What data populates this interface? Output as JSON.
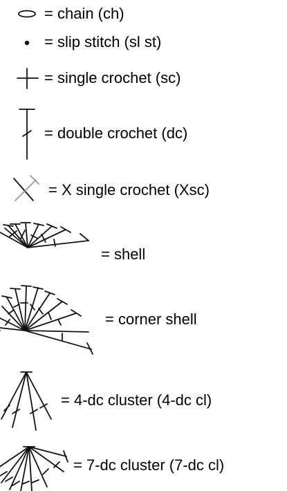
{
  "legend": {
    "entries": [
      {
        "icon": "chain-symbol-icon",
        "text": "= chain (ch)"
      },
      {
        "icon": "slip-stitch-symbol-icon",
        "text": "= slip stitch (sl st)"
      },
      {
        "icon": "single-crochet-symbol-icon",
        "text": "= single crochet (sc)"
      },
      {
        "icon": "double-crochet-symbol-icon",
        "text": "= double crochet (dc)"
      },
      {
        "icon": "x-single-crochet-symbol-icon",
        "text": "= X single crochet (Xsc)"
      },
      {
        "icon": "shell-symbol-icon",
        "text": "= shell"
      },
      {
        "icon": "corner-shell-symbol-icon",
        "text": "= corner shell"
      },
      {
        "icon": "4dc-cluster-symbol-icon",
        "text": "= 4-dc cluster (4-dc cl)"
      },
      {
        "icon": "7dc-cluster-symbol-icon",
        "text": "= 7-dc cluster (7-dc cl)"
      }
    ],
    "colors": {
      "ink": "#111111",
      "accent": "#9a9a9a"
    }
  }
}
